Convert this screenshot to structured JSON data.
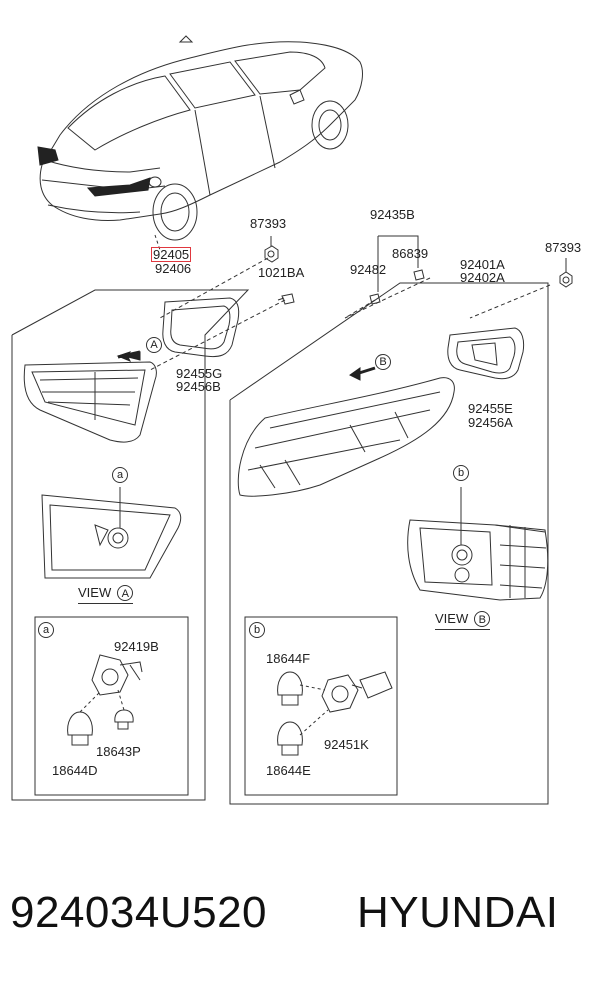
{
  "labels": {
    "p87393_left": "87393",
    "p92405": "92405",
    "p92406": "92406",
    "p1021BA": "1021BA",
    "p92455G": "92455G",
    "p92456B": "92456B",
    "p92435B": "92435B",
    "p86839": "86839",
    "p92482": "92482",
    "p92401A": "92401A",
    "p92402A": "92402A",
    "p87393_right": "87393",
    "p92455E": "92455E",
    "p92456A": "92456A",
    "p92419B": "92419B",
    "p18643P": "18643P",
    "p18644D": "18644D",
    "p18644F": "18644F",
    "p92451K": "92451K",
    "p18644E": "18644E"
  },
  "callouts": {
    "A": "A",
    "B": "B",
    "a": "a",
    "b": "b"
  },
  "views": {
    "view_word": "VIEW",
    "view_a": "A",
    "view_b": "B"
  },
  "footer": {
    "part_number": "924034U520",
    "brand": "HYUNDAI"
  },
  "highlight_color": "#e0383f"
}
